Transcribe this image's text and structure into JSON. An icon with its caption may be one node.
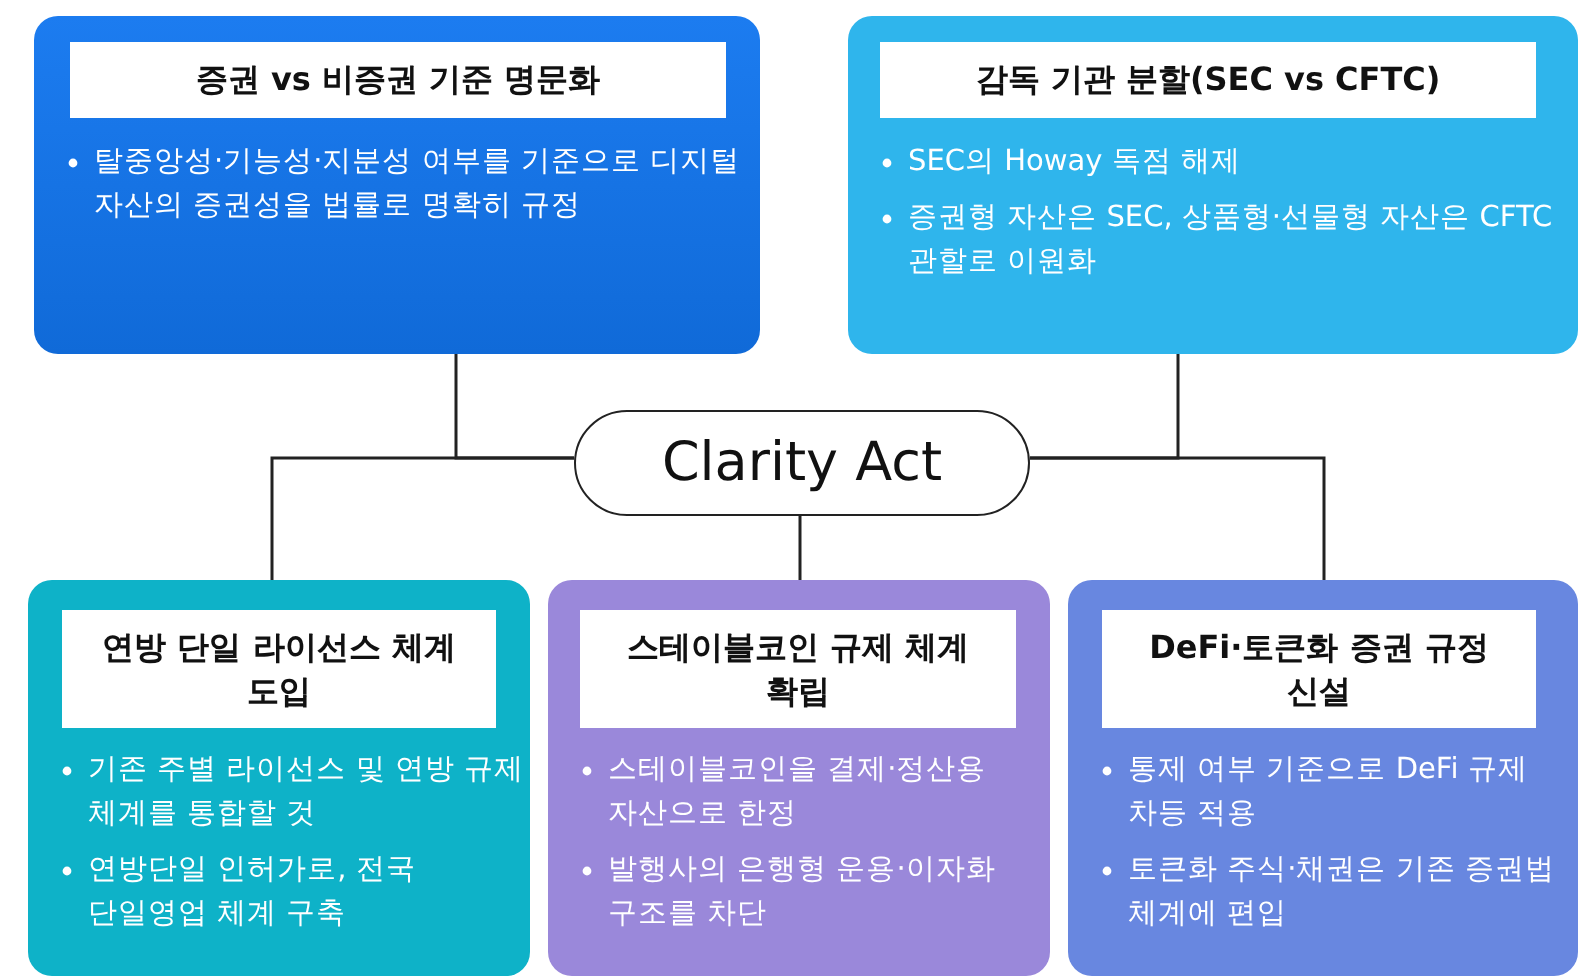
{
  "diagram": {
    "nodes": [
      {
        "text": [
          "탈중앙성·기능성·지분성 여부를 기준으로 디지털 자산의 증권성을 법률로 명확히 규정"
        ]
      },
      {
        "text": [
          "증권 vs 비증권 기준 명문화"
        ],
        "in": 0
      },
      {
        "text": [
          "SEC의 Howay 독점 해제",
          "증권형 자산은 SEC, 상품형·선물형 자산은 CFTC 관할로 이원화"
        ]
      },
      {
        "text": [
          "감독 기관 분할(SEC vs CFTC)"
        ],
        "in": 2
      },
      {
        "text": [
          "Clarity Act"
        ]
      },
      {
        "text": [
          "기존 주별 라이선스 및 연방 규제 체계를 통합할 것",
          "연방단일 인허가로, 전국 단일영업 체계 구축"
        ]
      },
      {
        "text": [
          "연방 단일 라이선스 체계 도입"
        ],
        "in": 5
      },
      {
        "text": [
          "스테이블코인을 결제·정산용 자산으로 한정",
          "발행사의 은행형 운용·이자화 구조를 차단"
        ]
      },
      {
        "text": [
          "스테이블코인 규제 체계 확립"
        ],
        "in": 7
      },
      {
        "text": [
          "통제 여부 기준으로 DeFi 규제 차등 적용",
          "토큰화 주식·채권은 기존 증권법 체계에 편입"
        ]
      },
      {
        "text": [
          "DeFi·토큰화 증권 규정 신설"
        ],
        "in": 9
      }
    ],
    "edges": [
      {
        "from": 4,
        "to": 0,
        "arrow": "none"
      },
      {
        "from": 4,
        "to": 2,
        "arrow": "none"
      },
      {
        "from": 4,
        "to": 5,
        "arrow": "none"
      },
      {
        "from": 4,
        "to": 7,
        "arrow": "none"
      },
      {
        "from": 4,
        "to": 9,
        "arrow": "none"
      }
    ]
  }
}
